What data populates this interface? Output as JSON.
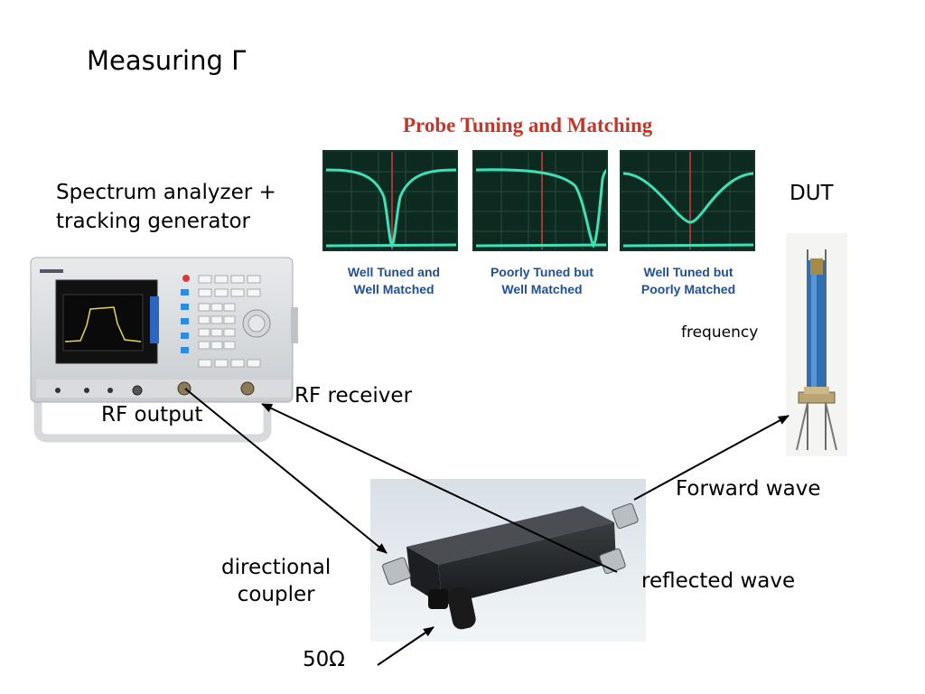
{
  "title": "Measuring Γ",
  "probe_panel": {
    "title": "Probe Tuning and Matching",
    "panels": [
      {
        "caption": [
          "Well Tuned and",
          "Well Matched"
        ]
      },
      {
        "caption": [
          "Poorly Tuned but",
          "Well Matched"
        ]
      },
      {
        "caption": [
          "Well Tuned but",
          "Poorly Matched"
        ]
      }
    ]
  },
  "labels": {
    "analyzer": [
      "Spectrum analyzer +",
      "tracking generator"
    ],
    "dut": "DUT",
    "frequency": "frequency",
    "rf_receiver": "RF receiver",
    "rf_output": "RF output",
    "forward_wave": "Forward wave",
    "directional_coupler": [
      "directional",
      "coupler"
    ],
    "reflected_wave": "reflected wave",
    "load": "50Ω"
  },
  "colors": {
    "trace": "#3ee0b8",
    "marker": "#d83a3a",
    "probe_title": "#c0392b",
    "caption": "#1f4f96",
    "screen": "#0d2a20"
  }
}
